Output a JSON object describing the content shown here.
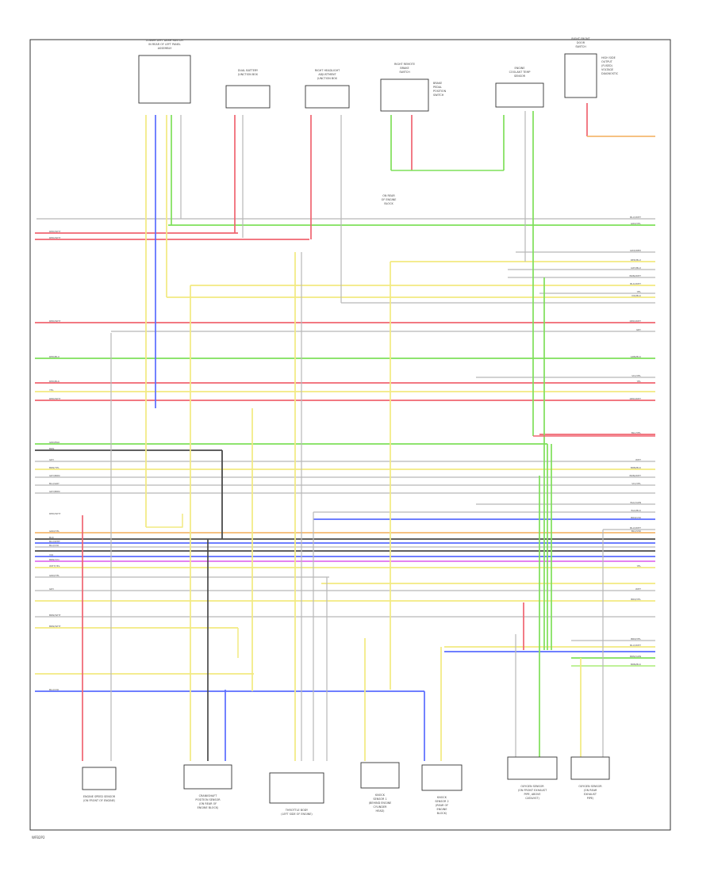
{
  "page_code": "WFB2P2",
  "top_components": [
    {
      "id": "c1",
      "lines": [
        "LOWER LEFT DASH SWITCH",
        "IN REAR OF LEFT PANEL",
        "ASSEMBLY"
      ]
    },
    {
      "id": "c2",
      "lines": [
        "DUAL BATTERY",
        "JUNCTION BOX"
      ]
    },
    {
      "id": "c3",
      "lines": [
        "RIGHT HEADLIGHT",
        "ADJUSTMENT",
        "JUNCTION BOX"
      ]
    },
    {
      "id": "c4",
      "lines": [
        "RIGHT REMOTE",
        "BRAKE",
        "SWITCH"
      ],
      "side": [
        "BRAKE",
        "PEDAL",
        "POSITION",
        "SWITCH"
      ],
      "ground": [
        "ON REAR",
        "OF ENGINE",
        "BLOCK"
      ]
    },
    {
      "id": "c5",
      "lines": [
        "ENGINE",
        "COOLANT TEMP",
        "SENSOR"
      ]
    },
    {
      "id": "c6",
      "lines": [
        "RIGHT FRONT",
        "DOOR",
        "SWITCH"
      ],
      "side": [
        "HIGH SIDE",
        "OUTPUT",
        "(FUSED)",
        "VOLTAGE",
        "DIAGNOSTIC"
      ]
    }
  ],
  "bottom_components": [
    {
      "id": "b1",
      "lines": [
        "ENGINE SPEED SENSOR",
        "(ON FRONT OF ENGINE)"
      ]
    },
    {
      "id": "b2",
      "lines": [
        "CRANKSHAFT",
        "POSITION SENSOR",
        "(ON REAR OF",
        "ENGINE BLOCK)"
      ]
    },
    {
      "id": "b3",
      "lines": [
        "THROTTLE BODY",
        "(LEFT SIDE OF ENGINE)"
      ]
    },
    {
      "id": "b4",
      "lines": [
        "KNOCK",
        "SENSOR 1",
        "(BEHIND ENGINE",
        "CYLINDER",
        "HEAD)"
      ]
    },
    {
      "id": "b5",
      "lines": [
        "KNOCK",
        "SENSOR 2",
        "(REAR OF",
        "ENGINE",
        "BLOCK)"
      ]
    },
    {
      "id": "b6",
      "lines": [
        "OXYGEN SENSOR",
        "(ON FRONT EXHAUST",
        "PIPE, ABOVE",
        "CATALYST)"
      ]
    },
    {
      "id": "b7",
      "lines": [
        "OXYGEN SENSOR",
        "(ON REAR",
        "EXHAUST",
        "PIPE)"
      ]
    }
  ],
  "right_labels": [
    "BLU/WHT",
    "GRN/YEL",
    "GRN/RED",
    "RED/BLU",
    "GRY/BLU",
    "BRN/WHT",
    "BLK/WHT",
    "YEL",
    "VIO/BLK",
    "RED/WHT",
    "GRY",
    "GRN/BLK",
    "VIO/YEL",
    "YEL",
    "RED/WHT",
    "BLU/YEL",
    "WHT",
    "BRN/BLK",
    "BRN/WHT",
    "VIO/YEL",
    "BLU/GRN",
    "BLU/BLK",
    "BRN/VIO",
    "BLU/WHT",
    "BLU/VIO",
    "YEL",
    "WHT",
    "BRN/YEL",
    "BRN/YEL",
    "BLU/WHT",
    "BRN/GRN",
    "BRN/BLK"
  ],
  "left_labels": [
    "RED/WHT",
    "RED/WHT",
    "RED/WHT",
    "RED/BLU",
    "RED/BLK",
    "YEL",
    "RED/WHT",
    "GRN/BLK",
    "BRN",
    "GRY",
    "BRN/YEL",
    "GRY/BRN",
    "BLU/GRY",
    "GRY/BRN",
    "RED/WHT",
    "GRN/YEL",
    "BLK",
    "BLU/WHT",
    "BLU/VIO",
    "VIO",
    "BRN/VIO",
    "WHT/YEL",
    "GRN/YEL",
    "GRY",
    "BRN/WHT",
    "BRN/WHT",
    "BLU/VIO"
  ],
  "colors": {
    "red": "#f06470",
    "green": "#7ee05a",
    "yellow": "#f2ea80",
    "blue": "#5a6cff",
    "black": "#4a4a4a",
    "grey": "#b8b8b8",
    "orange": "#f5b870",
    "violet": "#e070f0",
    "brown": "#c89a6a",
    "lightgreen": "#b6ef8a"
  }
}
